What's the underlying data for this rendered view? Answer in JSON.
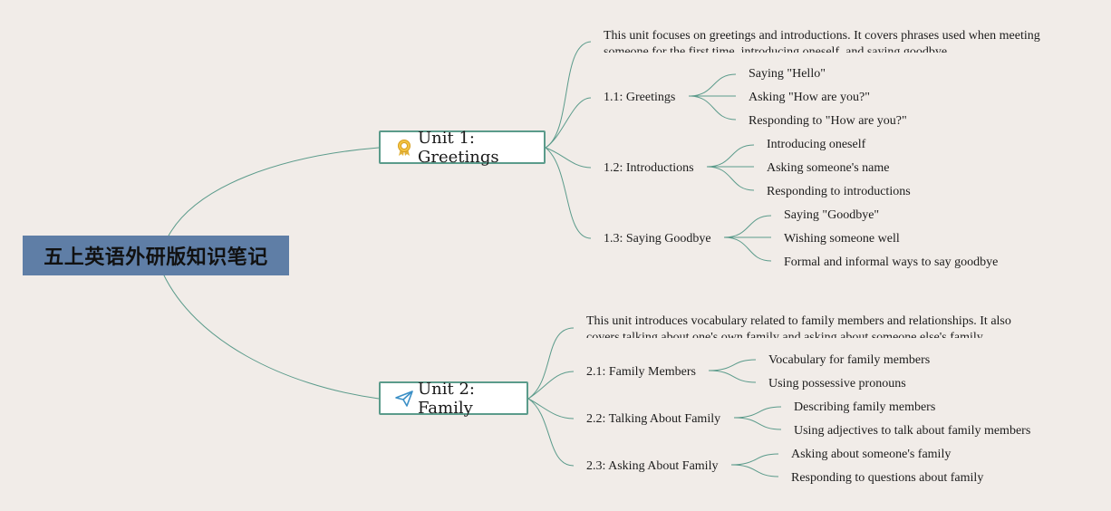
{
  "root": {
    "title": "五上英语外研版知识笔记"
  },
  "units": [
    {
      "title": "Unit 1: Greetings",
      "icon": "award-ribbon-icon",
      "description": "This unit focuses on greetings and introductions. It covers phrases used when meeting someone for the first time, introducing oneself, and saying goodbye.",
      "sections": [
        {
          "title": "1.1: Greetings",
          "items": [
            "Saying \"Hello\"",
            "Asking \"How are you?\"",
            "Responding to \"How are you?\""
          ]
        },
        {
          "title": "1.2: Introductions",
          "items": [
            "Introducing oneself",
            "Asking someone's name",
            "Responding to introductions"
          ]
        },
        {
          "title": "1.3: Saying Goodbye",
          "items": [
            "Saying \"Goodbye\"",
            "Wishing someone well",
            "Formal and informal ways to say goodbye"
          ]
        }
      ]
    },
    {
      "title": "Unit 2: Family",
      "icon": "paper-plane-icon",
      "description": "This unit introduces vocabulary related to family members and relationships. It also covers talking about one's own family and asking about someone else's family.",
      "sections": [
        {
          "title": "2.1: Family Members",
          "items": [
            "Vocabulary for family members",
            "Using possessive pronouns"
          ]
        },
        {
          "title": "2.2: Talking About Family",
          "items": [
            "Describing family members",
            "Using adjectives to talk about family members"
          ]
        },
        {
          "title": "2.3: Asking About Family",
          "items": [
            "Asking about someone's family",
            "Responding to questions about family"
          ]
        }
      ]
    }
  ],
  "colors": {
    "background": "#f1ece8",
    "root_fill": "#5f7ea6",
    "connector": "#5b9b8b",
    "unit_border": "#5b9b8b"
  }
}
